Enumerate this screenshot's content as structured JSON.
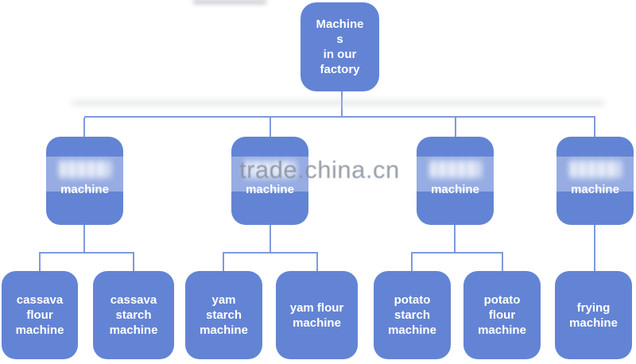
{
  "colors": {
    "box_fill": "#6384d4",
    "line_color": "#7f99de",
    "text_color": "#ffffff",
    "watermark_color": "#868f9d"
  },
  "watermark": {
    "text": "trade.china.cn"
  },
  "root": {
    "lines": [
      "Machine",
      "s",
      "in our",
      "factory"
    ]
  },
  "branches": [
    {
      "label": "machine"
    },
    {
      "label": "machine"
    },
    {
      "label": "machine"
    },
    {
      "label": "machine"
    }
  ],
  "leaves": [
    {
      "lines": [
        "cassava",
        "flour",
        "machine"
      ]
    },
    {
      "lines": [
        "cassava",
        "starch",
        "machine"
      ]
    },
    {
      "lines": [
        "yam",
        "starch",
        "machine"
      ]
    },
    {
      "lines": [
        "yam flour",
        "machine"
      ]
    },
    {
      "lines": [
        "potato",
        "starch",
        "machine"
      ]
    },
    {
      "lines": [
        "potato",
        "flour",
        "machine"
      ]
    },
    {
      "lines": [
        "frying",
        "machine"
      ]
    }
  ]
}
